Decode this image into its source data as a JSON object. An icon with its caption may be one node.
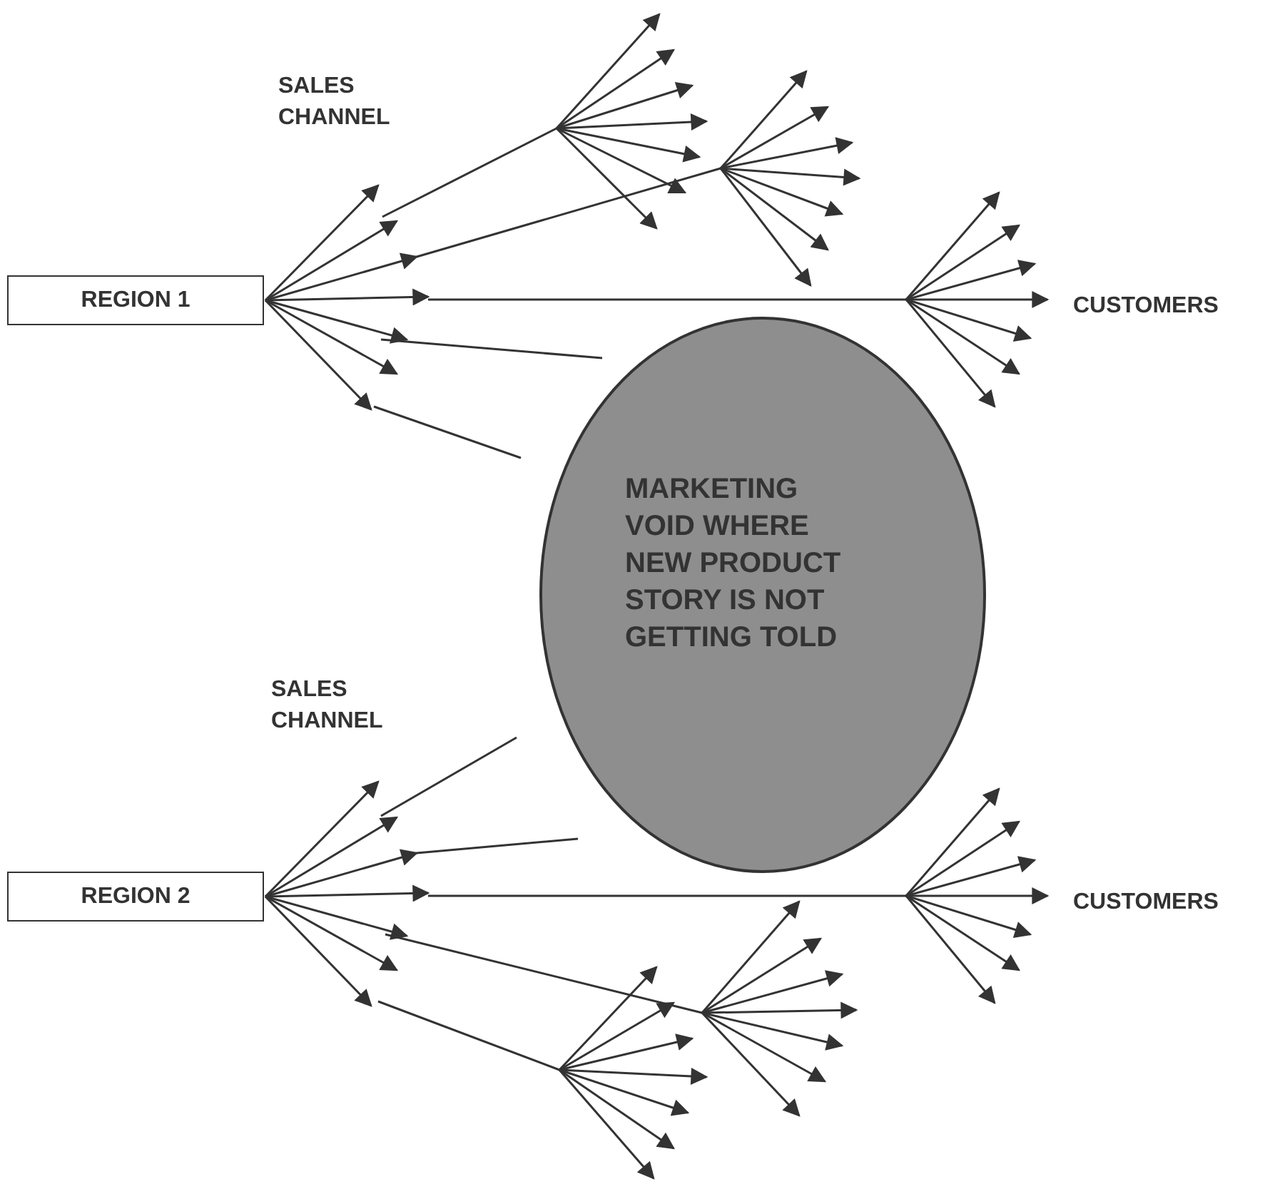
{
  "diagram": {
    "nodes": [
      {
        "text": [
          "REGION 1"
        ]
      },
      {
        "text": [
          "MARKETING VOID WHERE NEW PRODUCT STORY IS NOT GETTING TOLD"
        ]
      },
      {
        "text": [
          "REGION 2"
        ]
      }
    ],
    "edges": [
      {
        "from": 0,
        "to": null,
        "arrow": "to"
      },
      {
        "from": 0,
        "to": null,
        "arrow": "to"
      },
      {
        "from": 0,
        "to": null,
        "arrow": "to"
      },
      {
        "from": 0,
        "to": null,
        "arrow": "to"
      },
      {
        "from": 0,
        "to": null,
        "arrow": "to"
      },
      {
        "from": 0,
        "to": null,
        "arrow": "to"
      },
      {
        "from": 0,
        "to": null,
        "arrow": "to"
      },
      {
        "from": 2,
        "to": null,
        "arrow": "to"
      },
      {
        "from": 2,
        "to": null,
        "arrow": "to"
      },
      {
        "from": 2,
        "to": null,
        "arrow": "to"
      },
      {
        "from": 2,
        "to": null,
        "arrow": "to"
      },
      {
        "from": 2,
        "to": null,
        "arrow": "to"
      },
      {
        "from": 2,
        "to": null,
        "arrow": "to"
      },
      {
        "from": 2,
        "to": null,
        "arrow": "to"
      }
    ],
    "labels": [
      "SALES CHANNEL",
      "CUSTOMERS",
      "SALES CHANNEL",
      "CUSTOMERS"
    ]
  }
}
